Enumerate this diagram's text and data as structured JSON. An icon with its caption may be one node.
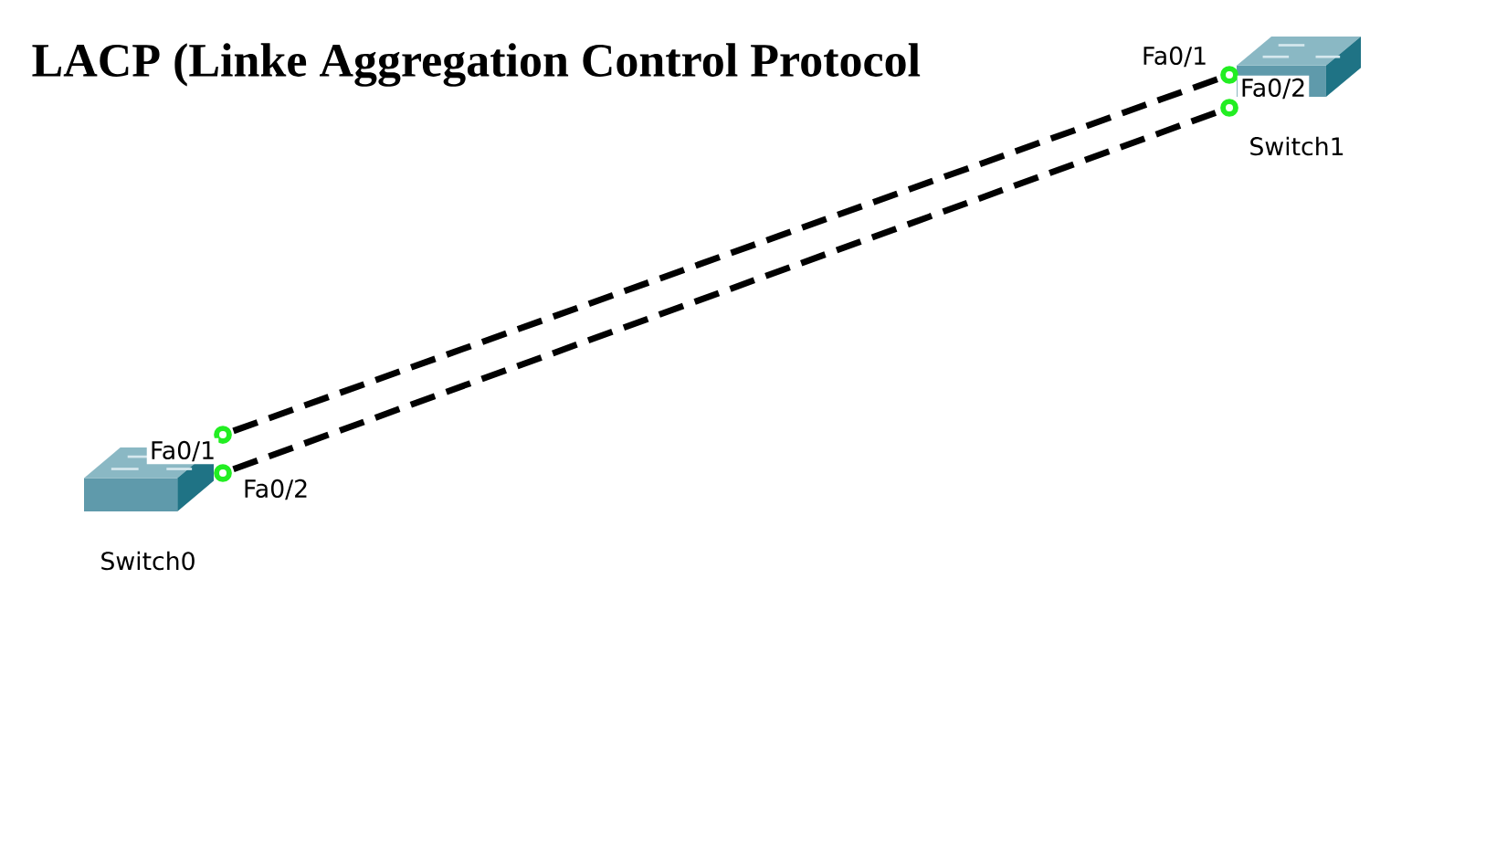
{
  "diagram": {
    "title": "LACP (Linke Aggregation Control Protocol",
    "nodes": [
      {
        "text": [],
        "shape": "picture",
        "beside": [
          "Switch1"
        ]
      },
      {
        "text": [],
        "shape": "picture",
        "beside": [
          "Switch0"
        ]
      }
    ],
    "edges": [
      {
        "from": 1,
        "to": 0,
        "arrow": "none",
        "style": "dashed"
      },
      {
        "from": 1,
        "to": 0,
        "arrow": "none",
        "style": "dashed"
      }
    ],
    "labels": [
      "Fa0/1",
      "Fa0/2",
      "Fa0/1",
      "Fa0/2"
    ]
  }
}
